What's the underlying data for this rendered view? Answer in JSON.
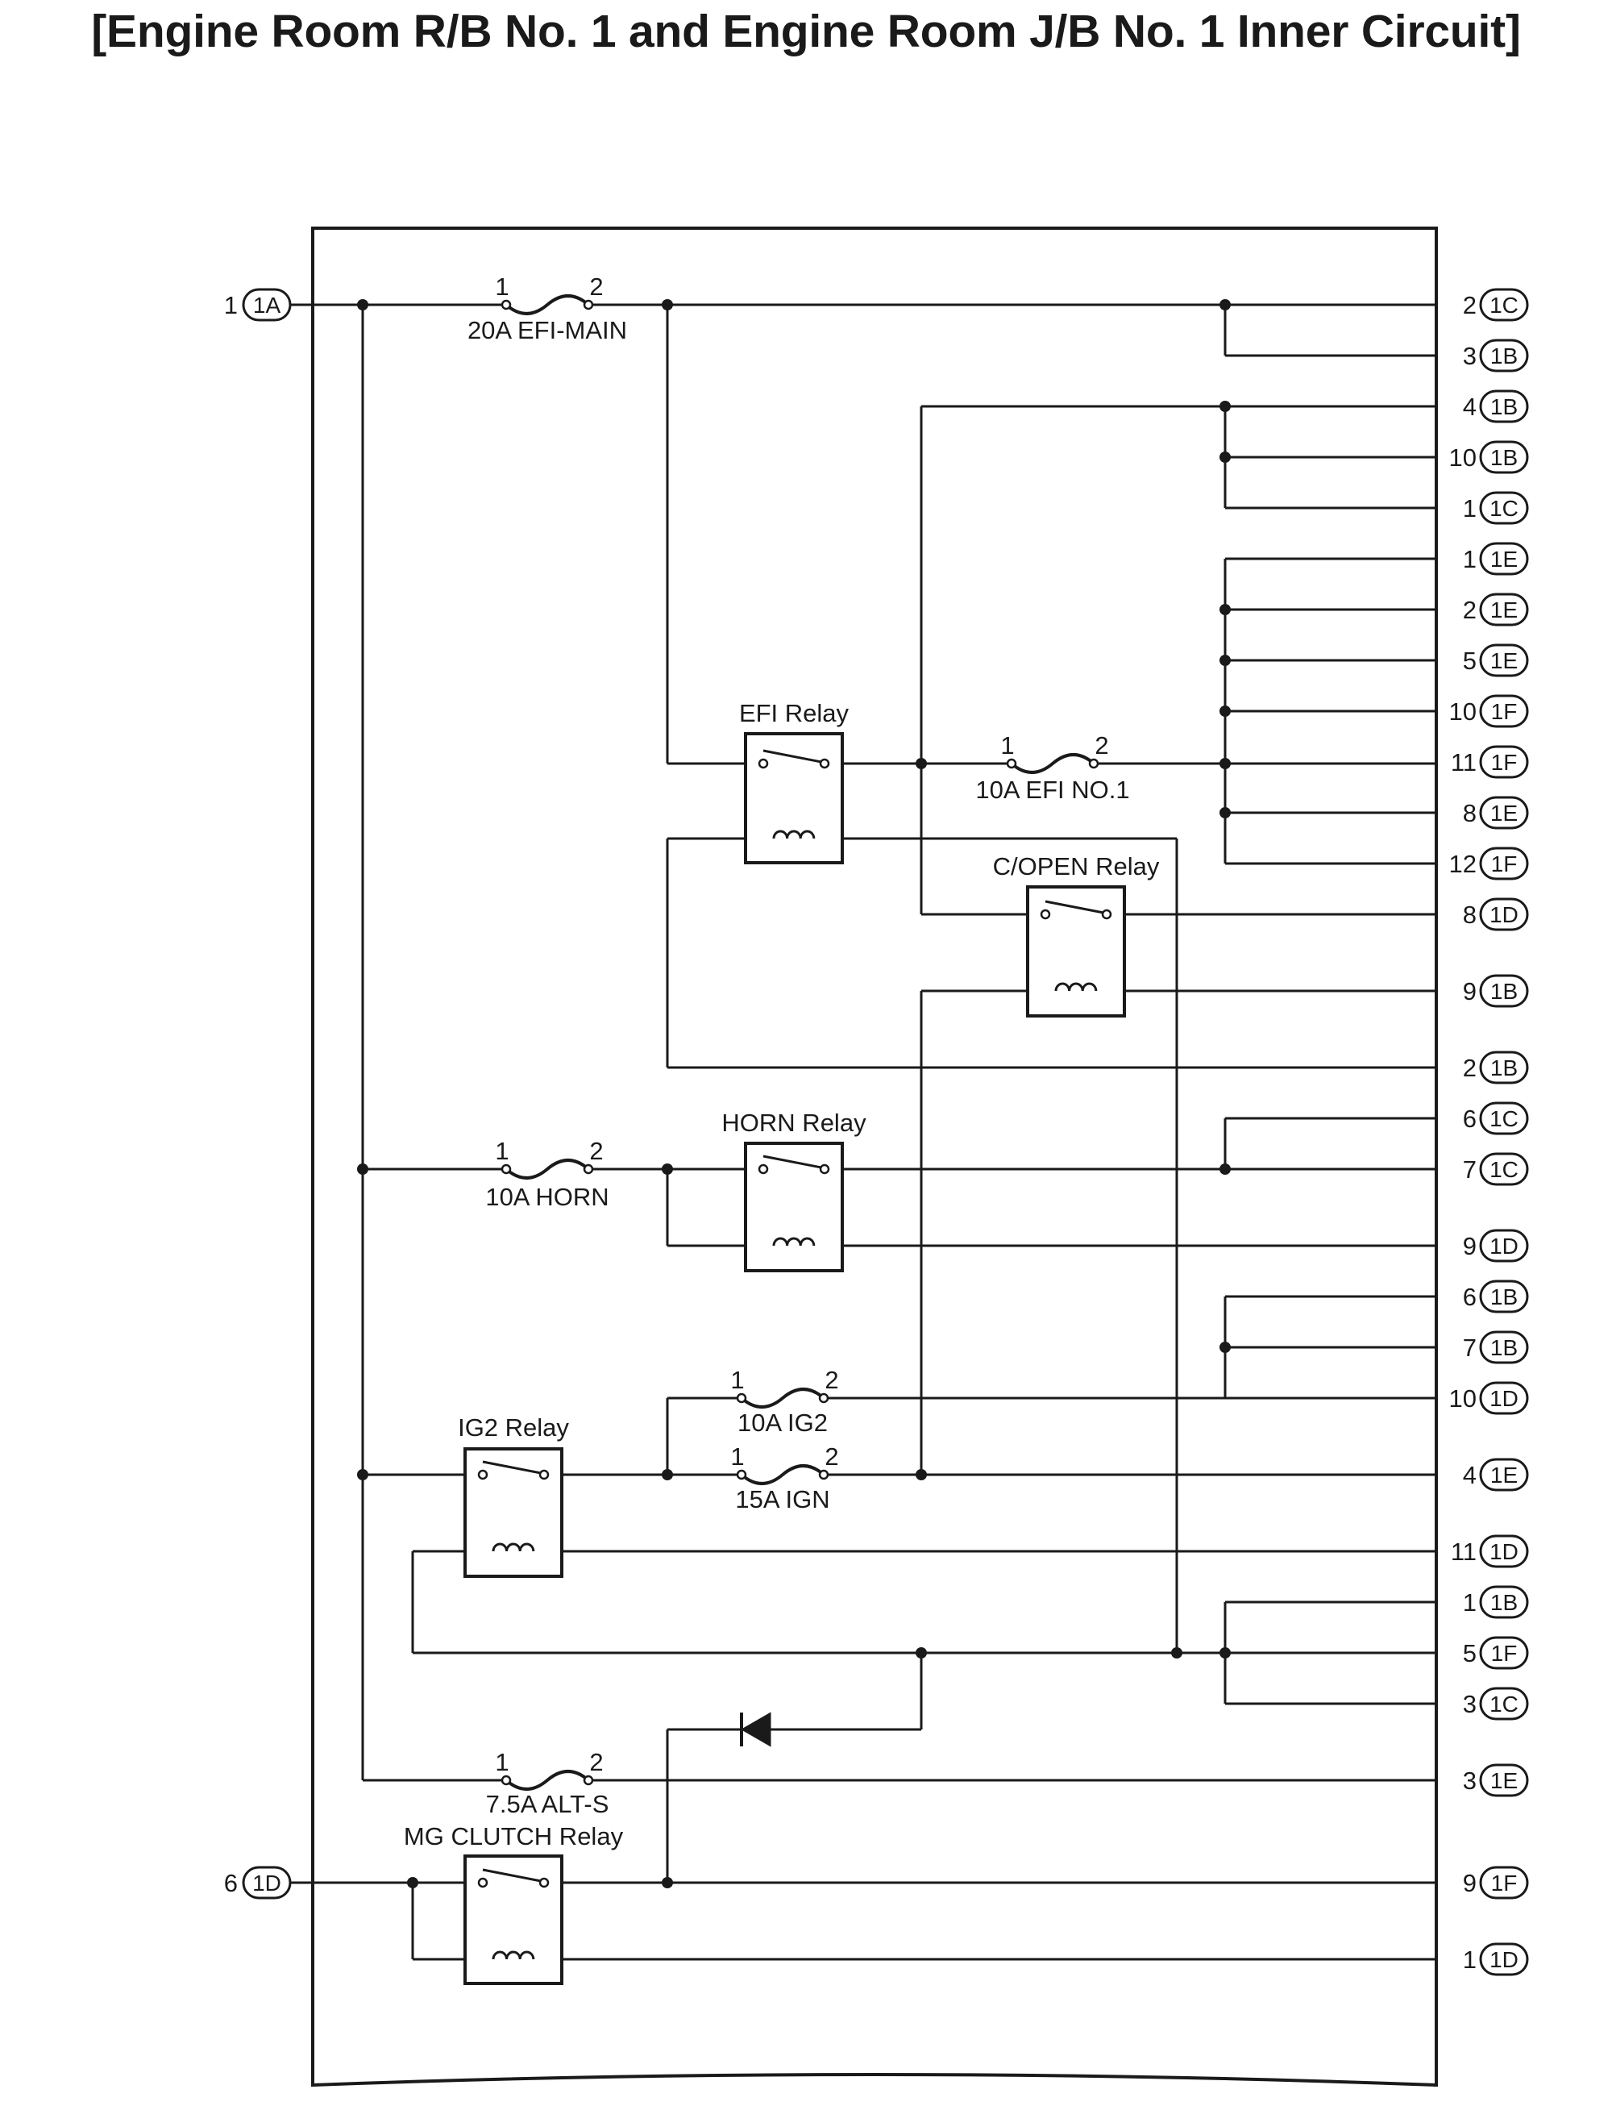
{
  "title": "[Engine Room R/B No. 1 and Engine Room J/B No. 1 Inner Circuit]",
  "left_terminals": [
    {
      "pin": "1",
      "connector": "1A"
    },
    {
      "pin": "6",
      "connector": "1D"
    }
  ],
  "right_terminals": [
    {
      "pin": "2",
      "connector": "1C"
    },
    {
      "pin": "3",
      "connector": "1B"
    },
    {
      "pin": "4",
      "connector": "1B"
    },
    {
      "pin": "10",
      "connector": "1B"
    },
    {
      "pin": "1",
      "connector": "1C"
    },
    {
      "pin": "1",
      "connector": "1E"
    },
    {
      "pin": "2",
      "connector": "1E"
    },
    {
      "pin": "5",
      "connector": "1E"
    },
    {
      "pin": "10",
      "connector": "1F"
    },
    {
      "pin": "11",
      "connector": "1F"
    },
    {
      "pin": "8",
      "connector": "1E"
    },
    {
      "pin": "12",
      "connector": "1F"
    },
    {
      "pin": "8",
      "connector": "1D"
    },
    {
      "pin": "9",
      "connector": "1B"
    },
    {
      "pin": "2",
      "connector": "1B"
    },
    {
      "pin": "6",
      "connector": "1C"
    },
    {
      "pin": "7",
      "connector": "1C"
    },
    {
      "pin": "9",
      "connector": "1D"
    },
    {
      "pin": "6",
      "connector": "1B"
    },
    {
      "pin": "7",
      "connector": "1B"
    },
    {
      "pin": "10",
      "connector": "1D"
    },
    {
      "pin": "4",
      "connector": "1E"
    },
    {
      "pin": "11",
      "connector": "1D"
    },
    {
      "pin": "1",
      "connector": "1B"
    },
    {
      "pin": "5",
      "connector": "1F"
    },
    {
      "pin": "3",
      "connector": "1C"
    },
    {
      "pin": "3",
      "connector": "1E"
    },
    {
      "pin": "9",
      "connector": "1F"
    },
    {
      "pin": "1",
      "connector": "1D"
    }
  ],
  "fuses": [
    {
      "label": "20A EFI-MAIN",
      "pin_a": "1",
      "pin_b": "2"
    },
    {
      "label": "10A EFI NO.1",
      "pin_a": "1",
      "pin_b": "2"
    },
    {
      "label": "10A HORN",
      "pin_a": "1",
      "pin_b": "2"
    },
    {
      "label": "10A IG2",
      "pin_a": "1",
      "pin_b": "2"
    },
    {
      "label": "15A IGN",
      "pin_a": "1",
      "pin_b": "2"
    },
    {
      "label": "7.5A ALT-S",
      "pin_a": "1",
      "pin_b": "2"
    }
  ],
  "relays": [
    {
      "label": "EFI Relay"
    },
    {
      "label": "C/OPEN Relay"
    },
    {
      "label": "HORN Relay"
    },
    {
      "label": "IG2 Relay"
    },
    {
      "label": "MG CLUTCH Relay"
    }
  ],
  "colors": {
    "ink": "#1a1a1a",
    "background": "#ffffff"
  }
}
